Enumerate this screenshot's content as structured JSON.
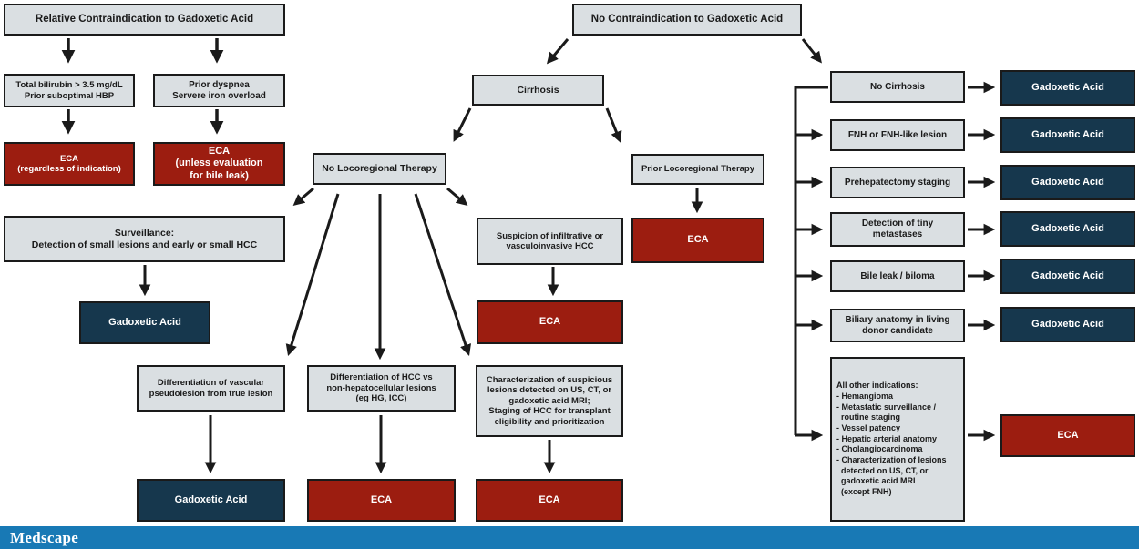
{
  "palette": {
    "gray": "#dadfe2",
    "red": "#9c1d10",
    "navy": "#16374d",
    "line": "#1a1a1a",
    "footer_blue": "#1879b5",
    "text_dark": "#1a1a1a",
    "text_light": "#ffffff",
    "background": "#ffffff"
  },
  "footer": {
    "brand": "Medscape"
  },
  "flow": {
    "relative_contra": "Relative Contraindication to Gadoxetic Acid",
    "no_contra": "No Contraindication to Gadoxetic Acid",
    "bilirubin": "Total bilirubin > 3.5 mg/dL\nPrior suboptimal HBP",
    "dyspnea": "Prior dyspnea\nServere iron overload",
    "eca_regardless": "ECA\n(regardless of indication)",
    "eca_bile_leak": "ECA\n(unless evaluation\nfor bile leak)",
    "cirrhosis": "Cirrhosis",
    "no_locoregional": "No Locoregional Therapy",
    "prior_locoregional": "Prior Locoregional Therapy",
    "prior_loco_result": "ECA",
    "surveillance": "Surveillance:\nDetection of small lesions and early or small HCC",
    "surveillance_result": "Gadoxetic Acid",
    "suspicion": "Suspicion of infiltrative or\nvasculoinvasive HCC",
    "suspicion_result": "ECA",
    "diff_vascular": "Differentiation of vascular\npseudolesion from true lesion",
    "diff_vascular_result": "Gadoxetic Acid",
    "diff_hcc": "Differentiation of HCC vs\nnon-hepatocellular lesions\n(eg HG, ICC)",
    "diff_hcc_result": "ECA",
    "characterization": "Characterization of suspicious\nlesions detected on US, CT, or\ngadoxetic acid MRI;\nStaging of HCC for transplant\neligibility and prioritization",
    "characterization_result": "ECA"
  },
  "right_rows": [
    {
      "condition": "No Cirrhosis",
      "result": "Gadoxetic Acid"
    },
    {
      "condition": "FNH or FNH-like lesion",
      "result": "Gadoxetic Acid"
    },
    {
      "condition": "Prehepatectomy staging",
      "result": "Gadoxetic Acid"
    },
    {
      "condition": "Detection of tiny\nmetastases",
      "result": "Gadoxetic Acid"
    },
    {
      "condition": "Bile leak / biloma",
      "result": "Gadoxetic Acid"
    },
    {
      "condition": "Biliary anatomy in living\ndonor candidate",
      "result": "Gadoxetic Acid"
    },
    {
      "condition": "All other indications:\n- Hemangioma\n- Metastatic surveillance /\n  routine staging\n- Vessel patency\n- Hepatic arterial anatomy\n- Cholangiocarcinoma\n- Characterization of lesions\n  detected on US, CT, or\n  gadoxetic acid MRI\n  (except FNH)",
      "result": "ECA"
    }
  ]
}
